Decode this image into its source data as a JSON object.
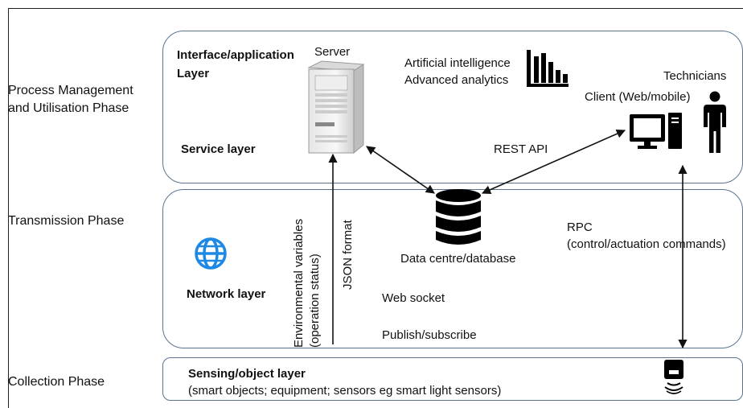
{
  "phases": {
    "process": "Process Management\nand Utilisation Phase",
    "transmission": "Transmission Phase",
    "collection": "Collection Phase"
  },
  "top_layer": {
    "interface_layer": "Interface/application\nLayer",
    "server_label": "Server",
    "service_layer": "Service layer",
    "ai_label": "Artificial intelligence\nAdvanced analytics",
    "technicians": "Technicians",
    "client": "Client  (Web/mobile)",
    "rest_api": "REST API"
  },
  "middle_layer": {
    "network_layer": "Network layer",
    "data_centre": "Data centre/database",
    "rpc": "RPC\n(control/actuation commands)",
    "web_socket": "Web socket",
    "pubsub": "Publish/subscribe",
    "env_vars": "Environmental variables\n(operation status)",
    "json_format": "JSON format"
  },
  "bottom_layer": {
    "sensing_layer": "Sensing/object layer",
    "sensing_desc": "(smart  objects; equipment; sensors eg smart light sensors)"
  },
  "colors": {
    "box_border": "#5a7490",
    "globe": "#1e88e5",
    "ink": "#111111"
  },
  "icons": [
    "server-icon",
    "bar-chart-icon",
    "computer-icon",
    "person-icon",
    "database-icon",
    "globe-icon",
    "sensor-icon"
  ]
}
